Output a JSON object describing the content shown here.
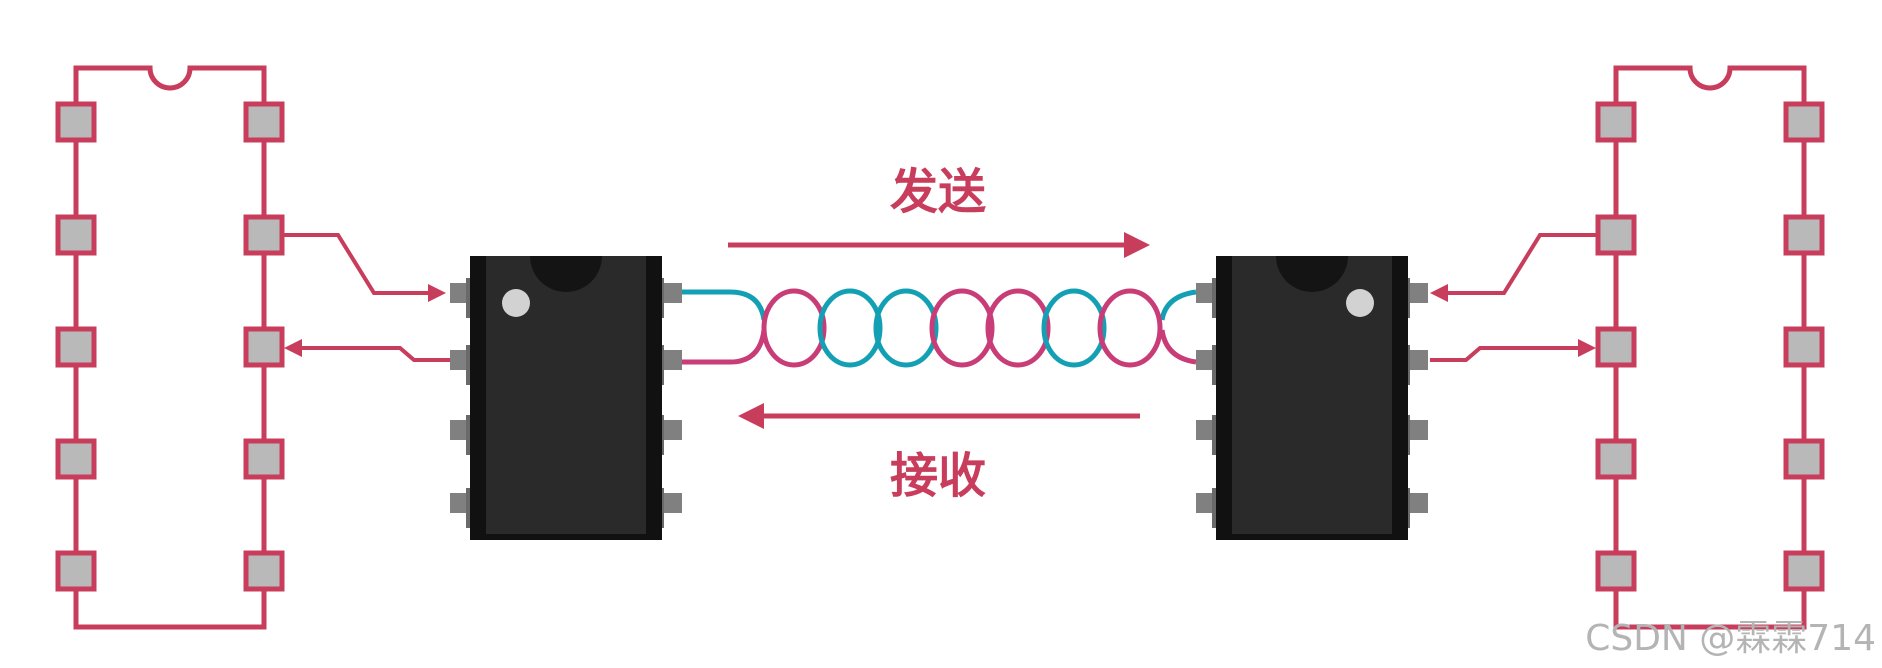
{
  "labels": {
    "send": "发送",
    "receive": "接收"
  },
  "watermark": "CSDN @霖霖714",
  "colors": {
    "outline": "#c83c5c",
    "pad_fill": "#b9b9b9",
    "chip_body": "#2a2a2a",
    "chip_pin": "#808080",
    "wire_teal": "#14a0b4",
    "wire_magenta": "#c83c78",
    "watermark": "#b4b4b4"
  }
}
